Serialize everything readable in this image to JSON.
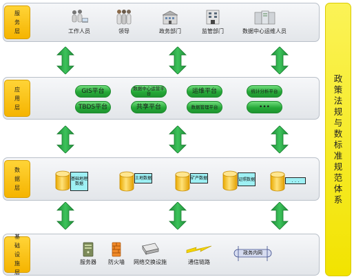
{
  "layers": {
    "service": "服务层",
    "application": "应用层",
    "data": "数据层",
    "infrastructure": "基础设施层"
  },
  "right_panel": "政策法规与数标准规范体系",
  "service_items": [
    {
      "label": "工作人员",
      "icon": "workers-icon"
    },
    {
      "label": "领导",
      "icon": "leaders-icon"
    },
    {
      "label": "政务部门",
      "icon": "government-building-icon"
    },
    {
      "label": "监管部门",
      "icon": "supervision-building-icon"
    },
    {
      "label": "数据中心运维人员",
      "icon": "datacenter-staff-icon"
    }
  ],
  "app_platforms": {
    "gis": "GIS平台",
    "tbds": "TBDS平台",
    "dc_ops": "数据中心运营平台",
    "share": "共享平台",
    "ops": "运维平台",
    "data_mgmt": "数据管理平台",
    "stats": "统计分析平台",
    "more": "•••"
  },
  "databases": [
    "基础地理数据",
    "土地数据",
    "矿产数据",
    "证照数据",
    ". . ."
  ],
  "infra_items": [
    {
      "label": "服务器",
      "icon": "server-icon"
    },
    {
      "label": "防火墙",
      "icon": "firewall-icon"
    },
    {
      "label": "网络交换设施",
      "icon": "switch-icon"
    },
    {
      "label": "通信链路",
      "icon": "lightning-icon"
    },
    {
      "label": "政务内网",
      "icon": "network-bus-icon"
    }
  ],
  "colors": {
    "arrow_green": "#27a845",
    "layer_label_yellow": "#f5b400",
    "right_panel_yellow": "#f2e300",
    "db_cyan": "#9ef0f4",
    "db_gold": "#f7c82b"
  }
}
